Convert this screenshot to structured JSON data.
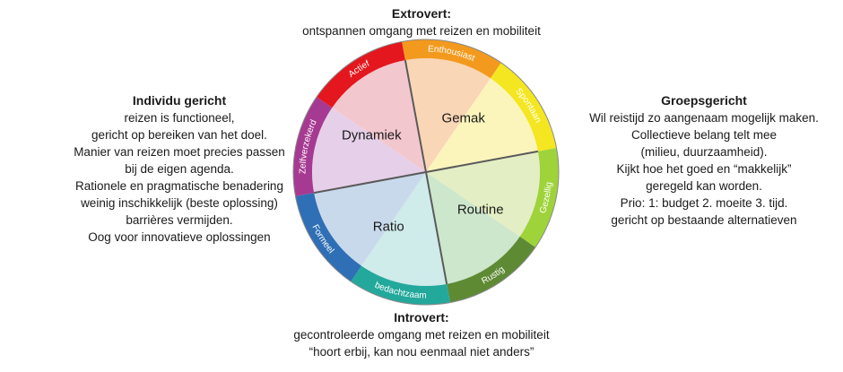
{
  "top": {
    "title": "Extrovert:",
    "lines": [
      "ontspannen omgang met reizen en mobiliteit"
    ]
  },
  "bottom": {
    "title": "Introvert:",
    "lines": [
      "gecontroleerde omgang met reizen en mobiliteit",
      "“hoort erbij, kan nou eenmaal niet anders”"
    ]
  },
  "left": {
    "title": "Individu gericht",
    "lines": [
      "reizen is functioneel,",
      "gericht op bereiken van het doel.",
      "Manier van reizen moet precies passen",
      "bij de eigen agenda.",
      "Rationele en pragmatische benadering",
      "weinig inschikkelijk (beste oplossing)",
      "barrières vermijden.",
      "Oog voor innovatieve oplossingen"
    ]
  },
  "right": {
    "title": "Groepsgericht",
    "lines": [
      "Wil reistijd zo aangenaam mogelijk maken.",
      "Collectieve belang telt mee",
      "(milieu, duurzaamheid).",
      "Kijkt hoe het goed en “makkelijk”",
      "geregeld kan worden.",
      "Prio: 1: budget 2. moeite 3. tijd.",
      "gericht op bestaande alternatieven"
    ]
  },
  "wheel": {
    "ring": [
      {
        "label": "Enthousiast",
        "color": "#F39A1E"
      },
      {
        "label": "Spontaan",
        "color": "#F4E620"
      },
      {
        "label": "Gezellig",
        "color": "#9ED33A"
      },
      {
        "label": "Rustig",
        "color": "#5E8A34"
      },
      {
        "label": "bedachtzaam",
        "color": "#23A89C"
      },
      {
        "label": "Formeel",
        "color": "#2E6FB5"
      },
      {
        "label": "Zelfverzekerd",
        "color": "#A63A92"
      },
      {
        "label": "Actief",
        "color": "#E3171D"
      }
    ],
    "sectors": [
      {
        "label": "Gemak",
        "color": "#F9D6B6"
      },
      {
        "label": "Routine",
        "color": "#E4EEC4"
      },
      {
        "label": "Ratio",
        "color": "#C9D9EC"
      },
      {
        "label": "Dynamiek",
        "color": "#F3C7CE"
      }
    ],
    "sub_colors": [
      "#F9D6B6",
      "#FBF5BC",
      "#E4EEC4",
      "#CDE7CC",
      "#CFEBEA",
      "#C9D9EC",
      "#E6D0E9",
      "#F3C7CE"
    ],
    "divider_color": "#5a5a5a",
    "border_color": "#8a8a8a"
  }
}
